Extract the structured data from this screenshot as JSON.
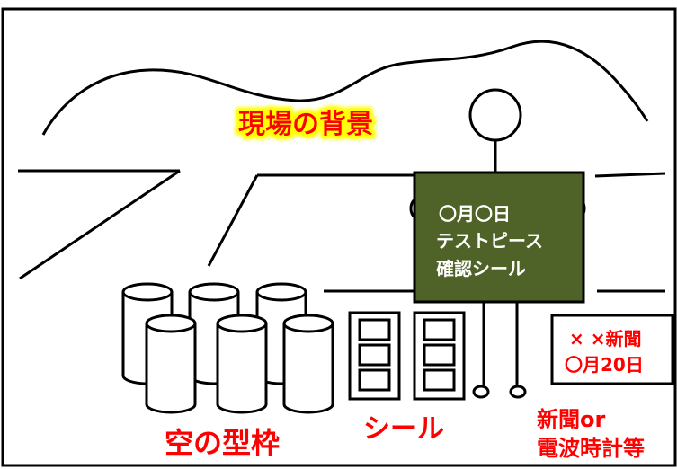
{
  "labels": {
    "background": "現場の背景",
    "molds": "空の型枠",
    "seal": "シール",
    "newspaper_or_clock": [
      "新聞or",
      "電波時計等"
    ]
  },
  "board": {
    "lines": [
      "〇月〇日",
      "テストピース",
      "確認シール"
    ]
  },
  "newspaper": {
    "lines": [
      "× ×新聞",
      "〇月20日"
    ]
  },
  "colors": {
    "background_label_text": "#ff0000",
    "background_label_glow": "#ffff00",
    "caption_red": "#ff0000",
    "board_fill": "#4f6228",
    "board_text": "#ffffff",
    "newspaper_text": "#ff0000",
    "outline": "#000000"
  },
  "icons": [
    "person-figure",
    "mold-cylinder",
    "seal-sheet",
    "newspaper-card"
  ]
}
